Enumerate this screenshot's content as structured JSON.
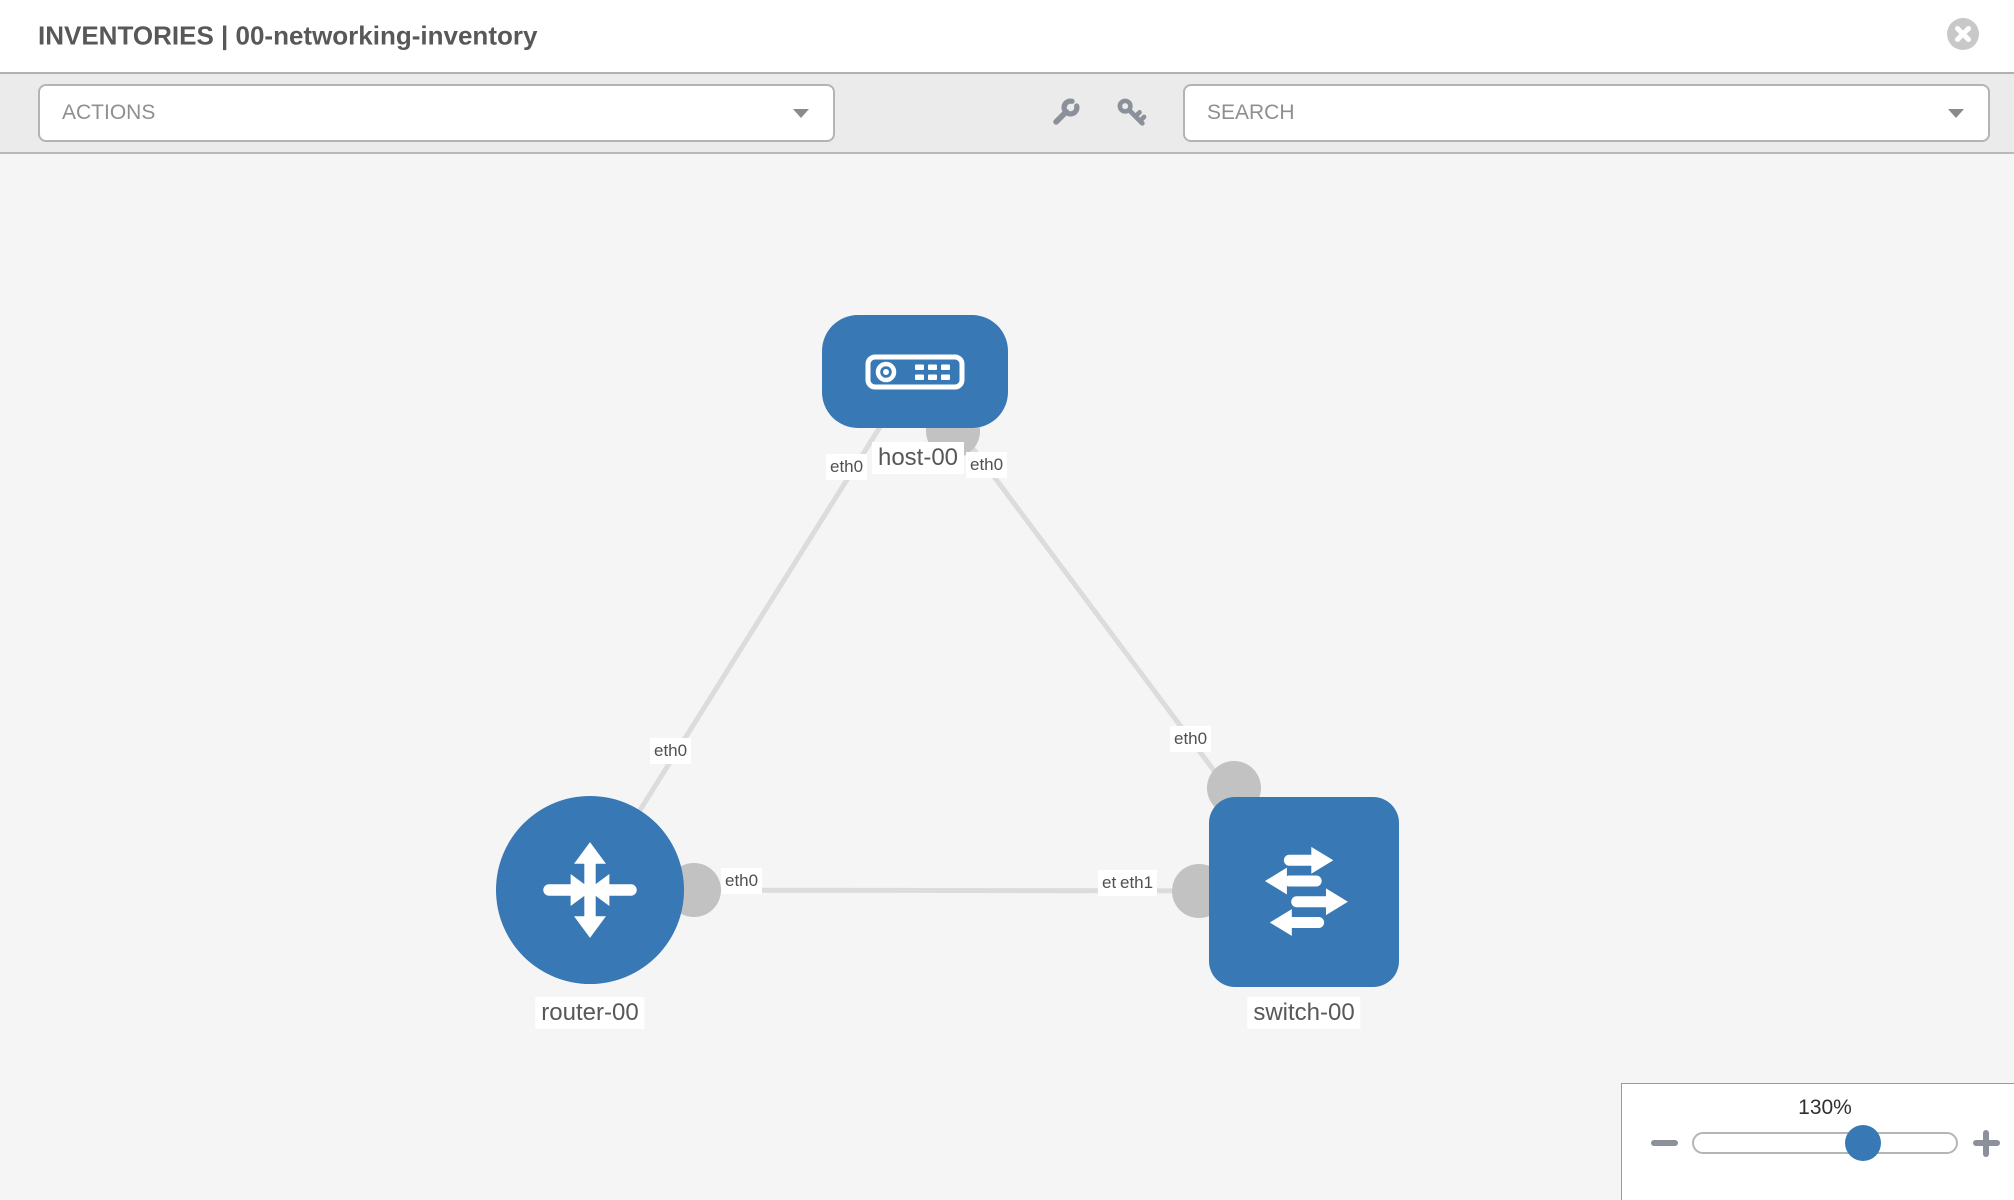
{
  "header": {
    "title": "INVENTORIES | 00-networking-inventory",
    "close_icon": "x-circle-icon"
  },
  "toolbar": {
    "actions_label": "ACTIONS",
    "search_label": "SEARCH",
    "tool_icons": [
      "wrench-icon",
      "key-icon"
    ]
  },
  "topology": {
    "nodes": [
      {
        "id": "host-00",
        "type": "host",
        "label": "host-00"
      },
      {
        "id": "router-00",
        "type": "router",
        "label": "router-00"
      },
      {
        "id": "switch-00",
        "type": "switch",
        "label": "switch-00"
      }
    ],
    "links": [
      {
        "from": "host-00",
        "from_port": "eth0",
        "to": "router-00",
        "to_port": "eth0"
      },
      {
        "from": "host-00",
        "from_port": "eth0",
        "to": "switch-00",
        "to_port": "eth0"
      },
      {
        "from": "router-00",
        "from_port": "eth0",
        "to": "switch-00",
        "to_port": "eth1"
      }
    ],
    "port_labels": {
      "host_left": "eth0",
      "host_right": "eth0",
      "router_top": "eth0",
      "switch_top": "eth0",
      "link_rs_left": "eth0",
      "link_rs_right_back": "eth0",
      "link_rs_right_front": "eth1"
    }
  },
  "zoom_control": {
    "value": "130%",
    "minus_icon": "minus-icon",
    "plus_icon": "plus-icon"
  },
  "colors": {
    "node_blue": "#3778b5",
    "port_gray": "#c2c2c2",
    "link_gray": "#dcdcdc",
    "canvas_bg": "#f5f5f5",
    "toolbar_bg": "#ebebeb"
  }
}
